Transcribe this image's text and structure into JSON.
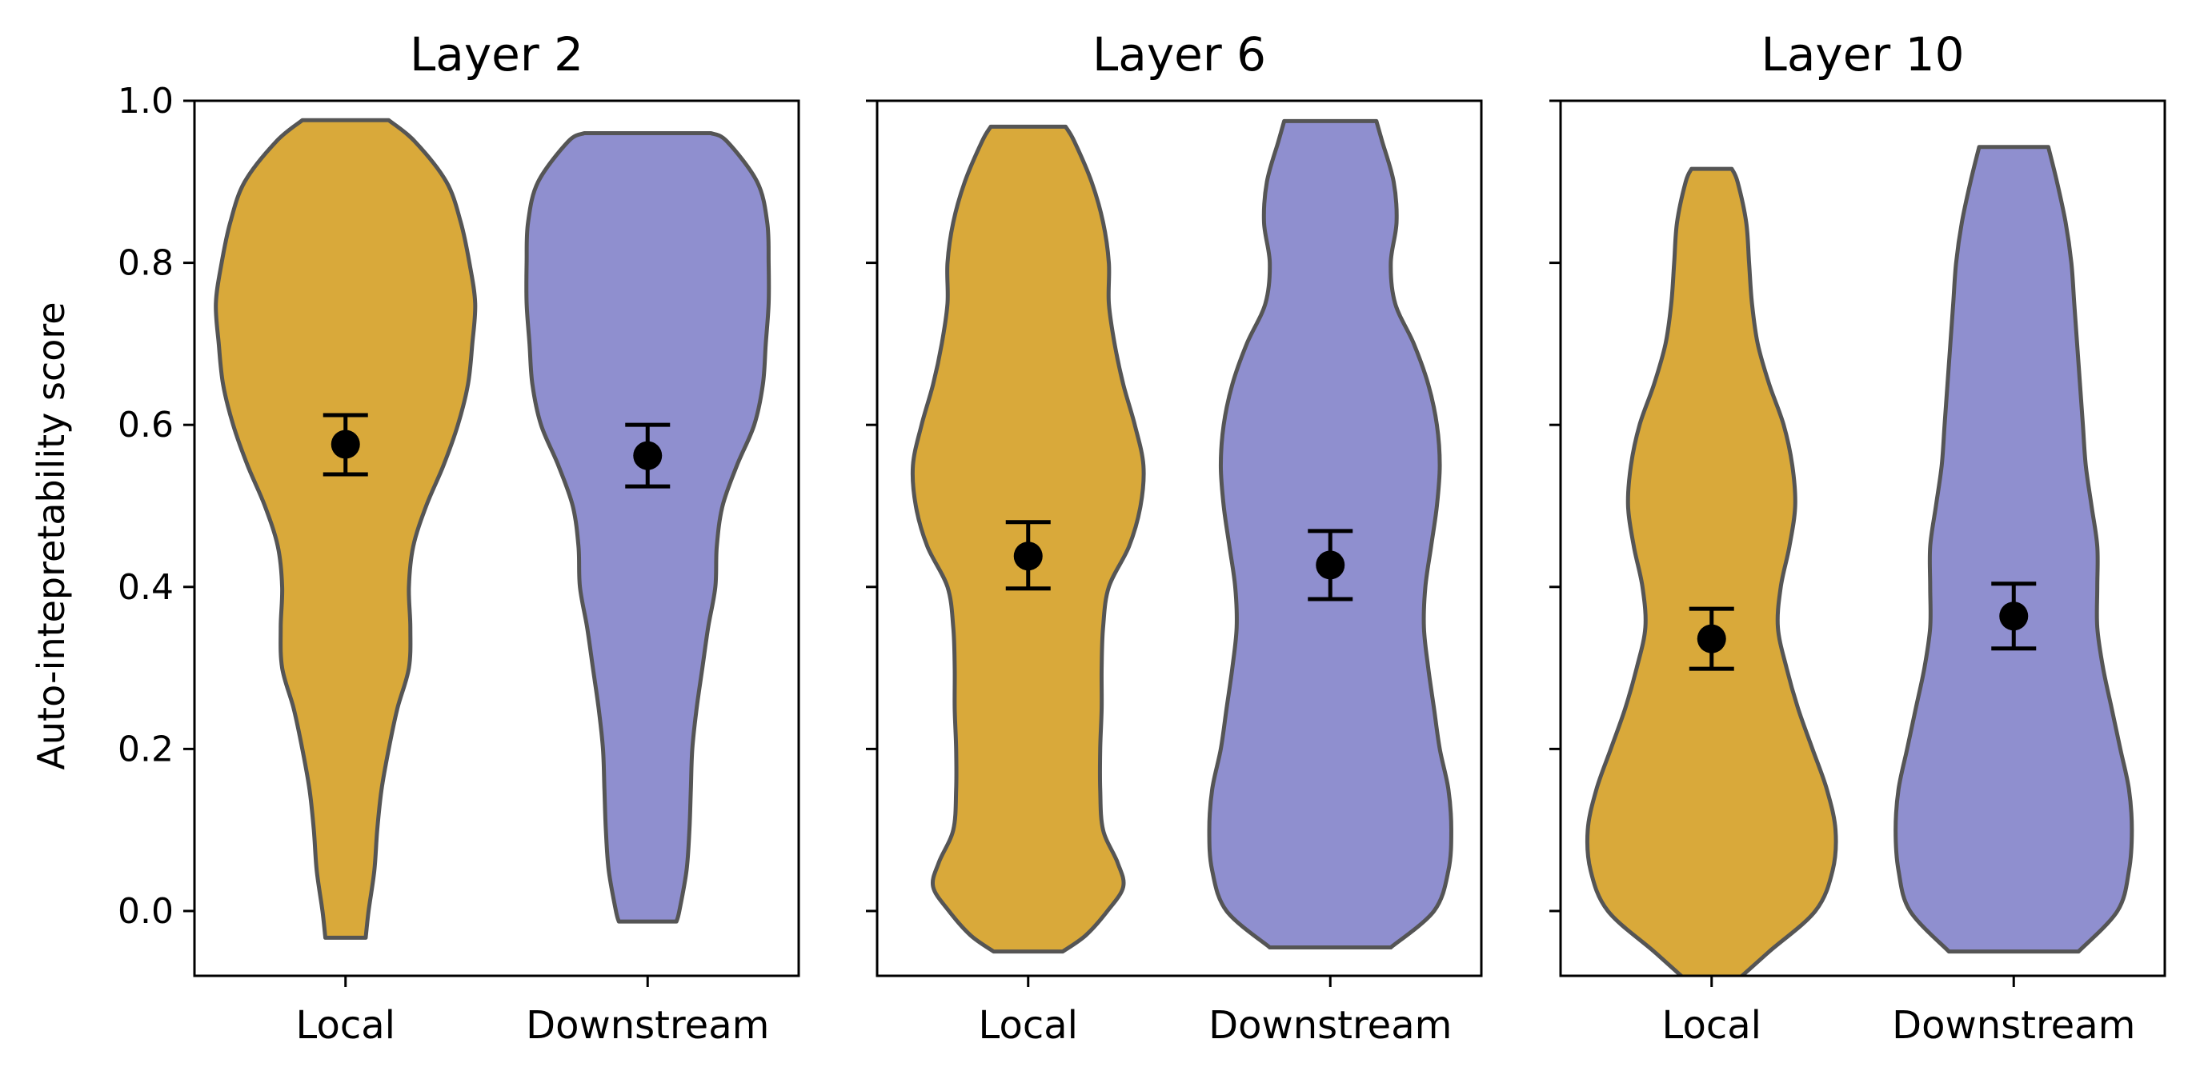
{
  "chart_data": {
    "type": "violin",
    "ylabel": "Auto-intepretability score",
    "ylim": [
      -0.08,
      1.0
    ],
    "yticks": [
      "0.0",
      "0.2",
      "0.4",
      "0.6",
      "0.8",
      "1.0"
    ],
    "categories": [
      "Local",
      "Downstream"
    ],
    "colors": {
      "Local": "#d9a93a",
      "Downstream": "#8f8fcf",
      "outline": "#555555"
    },
    "panels": [
      {
        "title": "Layer 2",
        "violins": [
          {
            "category": "Local",
            "mean": 0.576,
            "ci": [
              0.539,
              0.612
            ],
            "profile": [
              [
                -0.033,
                0.14
              ],
              [
                0.0,
                0.16
              ],
              [
                0.05,
                0.2
              ],
              [
                0.1,
                0.22
              ],
              [
                0.15,
                0.25
              ],
              [
                0.2,
                0.3
              ],
              [
                0.25,
                0.36
              ],
              [
                0.3,
                0.44
              ],
              [
                0.35,
                0.45
              ],
              [
                0.4,
                0.44
              ],
              [
                0.45,
                0.47
              ],
              [
                0.5,
                0.56
              ],
              [
                0.55,
                0.68
              ],
              [
                0.6,
                0.78
              ],
              [
                0.65,
                0.85
              ],
              [
                0.7,
                0.88
              ],
              [
                0.75,
                0.9
              ],
              [
                0.8,
                0.86
              ],
              [
                0.85,
                0.8
              ],
              [
                0.9,
                0.7
              ],
              [
                0.95,
                0.48
              ],
              [
                0.976,
                0.3
              ]
            ]
          },
          {
            "category": "Downstream",
            "mean": 0.562,
            "ci": [
              0.524,
              0.6
            ],
            "profile": [
              [
                -0.013,
                0.2
              ],
              [
                0.0,
                0.22
              ],
              [
                0.05,
                0.27
              ],
              [
                0.1,
                0.29
              ],
              [
                0.15,
                0.3
              ],
              [
                0.2,
                0.31
              ],
              [
                0.25,
                0.34
              ],
              [
                0.3,
                0.38
              ],
              [
                0.35,
                0.42
              ],
              [
                0.4,
                0.47
              ],
              [
                0.45,
                0.48
              ],
              [
                0.5,
                0.52
              ],
              [
                0.55,
                0.62
              ],
              [
                0.6,
                0.74
              ],
              [
                0.65,
                0.8
              ],
              [
                0.7,
                0.82
              ],
              [
                0.75,
                0.84
              ],
              [
                0.8,
                0.84
              ],
              [
                0.85,
                0.83
              ],
              [
                0.9,
                0.76
              ],
              [
                0.95,
                0.55
              ],
              [
                0.96,
                0.44
              ]
            ]
          }
        ]
      },
      {
        "title": "Layer 6",
        "violins": [
          {
            "category": "Local",
            "mean": 0.438,
            "ci": [
              0.398,
              0.48
            ],
            "profile": [
              [
                -0.05,
                0.24
              ],
              [
                -0.03,
                0.4
              ],
              [
                0.0,
                0.55
              ],
              [
                0.03,
                0.66
              ],
              [
                0.06,
                0.62
              ],
              [
                0.1,
                0.52
              ],
              [
                0.15,
                0.5
              ],
              [
                0.2,
                0.5
              ],
              [
                0.25,
                0.51
              ],
              [
                0.3,
                0.51
              ],
              [
                0.35,
                0.52
              ],
              [
                0.4,
                0.56
              ],
              [
                0.45,
                0.7
              ],
              [
                0.5,
                0.78
              ],
              [
                0.55,
                0.8
              ],
              [
                0.6,
                0.74
              ],
              [
                0.65,
                0.66
              ],
              [
                0.7,
                0.6
              ],
              [
                0.75,
                0.56
              ],
              [
                0.8,
                0.56
              ],
              [
                0.85,
                0.52
              ],
              [
                0.9,
                0.44
              ],
              [
                0.95,
                0.32
              ],
              [
                0.968,
                0.26
              ]
            ]
          },
          {
            "category": "Downstream",
            "mean": 0.427,
            "ci": [
              0.385,
              0.469
            ],
            "profile": [
              [
                -0.045,
                0.42
              ],
              [
                0.0,
                0.72
              ],
              [
                0.05,
                0.82
              ],
              [
                0.1,
                0.84
              ],
              [
                0.15,
                0.82
              ],
              [
                0.2,
                0.76
              ],
              [
                0.25,
                0.72
              ],
              [
                0.3,
                0.68
              ],
              [
                0.35,
                0.65
              ],
              [
                0.4,
                0.66
              ],
              [
                0.45,
                0.7
              ],
              [
                0.5,
                0.74
              ],
              [
                0.55,
                0.76
              ],
              [
                0.6,
                0.74
              ],
              [
                0.65,
                0.68
              ],
              [
                0.7,
                0.58
              ],
              [
                0.75,
                0.45
              ],
              [
                0.8,
                0.42
              ],
              [
                0.85,
                0.46
              ],
              [
                0.9,
                0.44
              ],
              [
                0.95,
                0.36
              ],
              [
                0.975,
                0.32
              ]
            ]
          }
        ]
      },
      {
        "title": "Layer 10",
        "violins": [
          {
            "category": "Local",
            "mean": 0.336,
            "ci": [
              0.299,
              0.373
            ],
            "profile": [
              [
                -0.085,
                0.18
              ],
              [
                -0.05,
                0.4
              ],
              [
                0.0,
                0.72
              ],
              [
                0.05,
                0.84
              ],
              [
                0.1,
                0.86
              ],
              [
                0.15,
                0.8
              ],
              [
                0.2,
                0.7
              ],
              [
                0.25,
                0.6
              ],
              [
                0.3,
                0.52
              ],
              [
                0.35,
                0.46
              ],
              [
                0.4,
                0.48
              ],
              [
                0.45,
                0.54
              ],
              [
                0.5,
                0.58
              ],
              [
                0.55,
                0.56
              ],
              [
                0.6,
                0.5
              ],
              [
                0.65,
                0.4
              ],
              [
                0.7,
                0.32
              ],
              [
                0.75,
                0.28
              ],
              [
                0.8,
                0.26
              ],
              [
                0.85,
                0.24
              ],
              [
                0.9,
                0.18
              ],
              [
                0.916,
                0.14
              ]
            ]
          },
          {
            "category": "Downstream",
            "mean": 0.364,
            "ci": [
              0.324,
              0.404
            ],
            "profile": [
              [
                -0.05,
                0.45
              ],
              [
                0.0,
                0.72
              ],
              [
                0.05,
                0.8
              ],
              [
                0.1,
                0.82
              ],
              [
                0.15,
                0.8
              ],
              [
                0.2,
                0.74
              ],
              [
                0.25,
                0.68
              ],
              [
                0.3,
                0.62
              ],
              [
                0.35,
                0.58
              ],
              [
                0.4,
                0.58
              ],
              [
                0.45,
                0.58
              ],
              [
                0.5,
                0.54
              ],
              [
                0.55,
                0.5
              ],
              [
                0.6,
                0.48
              ],
              [
                0.65,
                0.46
              ],
              [
                0.7,
                0.44
              ],
              [
                0.75,
                0.42
              ],
              [
                0.8,
                0.4
              ],
              [
                0.85,
                0.36
              ],
              [
                0.9,
                0.3
              ],
              [
                0.943,
                0.24
              ]
            ]
          }
        ]
      }
    ]
  }
}
